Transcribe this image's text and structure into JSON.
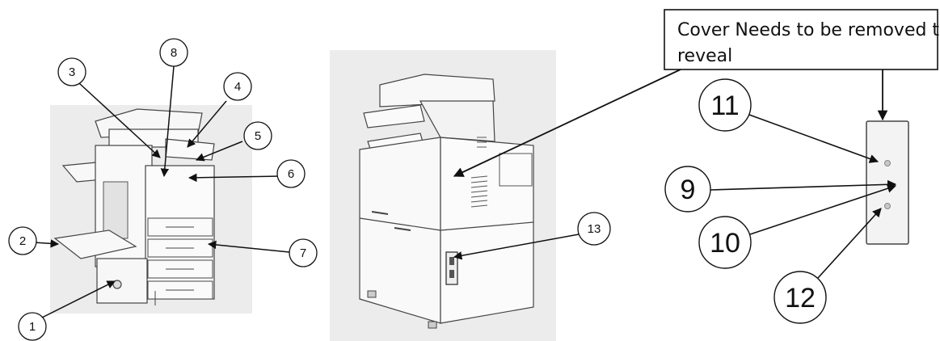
{
  "colors": {
    "background_panel": "#ebebeb",
    "line": "#1a1a1a",
    "outline": "#555555"
  },
  "callout": {
    "line1": "Cover Needs to be removed to",
    "line2": "reveal"
  },
  "labels": {
    "n1": "1",
    "n2": "2",
    "n3": "3",
    "n4": "4",
    "n5": "5",
    "n6": "6",
    "n7": "7",
    "n8": "8",
    "n9": "9",
    "n10": "10",
    "n11": "11",
    "n12": "12",
    "n13": "13"
  }
}
